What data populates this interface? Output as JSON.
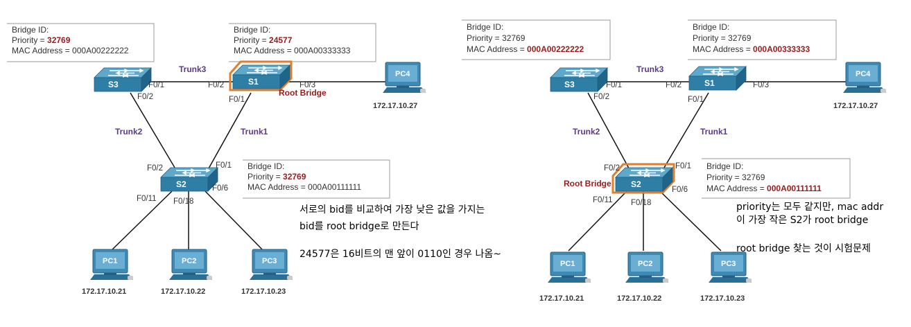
{
  "colors": {
    "highlight": "#9b1b1b",
    "trunk": "#5b3a8a",
    "switch_body": "#2f7ea6",
    "switch_top": "#5ea8cc",
    "root_outline": "#e07d2e",
    "pc": "#3e8ab5"
  },
  "common": {
    "bridge_id": "Bridge ID:",
    "priority_prefix": "Priority = ",
    "mac_prefix": "MAC Address = ",
    "trunk1": "Trunk1",
    "trunk2": "Trunk2",
    "trunk3": "Trunk3",
    "root_bridge": "Root Bridge",
    "s1": "S1",
    "s2": "S2",
    "s3": "S3",
    "pc1": "PC1",
    "pc2": "PC2",
    "pc3": "PC3",
    "pc4": "PC4",
    "ip_pc1": "172.17.10.21",
    "ip_pc2": "172.17.10.22",
    "ip_pc3": "172.17.10.23",
    "ip_pc4": "172.17.10.27",
    "f01": "F0/1",
    "f02": "F0/2",
    "f03": "F0/3",
    "f06": "F0/6",
    "f011": "F0/11",
    "f018": "F0/18"
  },
  "left": {
    "s3_priority": "32769",
    "s3_mac": "000A00222222",
    "s1_priority": "24577",
    "s1_mac": "000A00333333",
    "s2_priority": "32769",
    "s2_mac": "000A00111111",
    "note1": "서로의 bid를 비교하여 가장 낮은 값을 가지는",
    "note2": "bid를 root bridge로 만든다",
    "note3": "24577은 16비트의 맨 앞이 0110인 경우 나옴~"
  },
  "right": {
    "s3_priority": "32769",
    "s3_mac": "000A00222222",
    "s1_priority": "32769",
    "s1_mac": "000A00333333",
    "s2_priority": "32769",
    "s2_mac": "000A00111111",
    "note1": "priority는 모두 같지만, mac addr",
    "note2": "이 가장 작은 S2가 root bridge",
    "note3": "root bridge 찾는 것이 시험문제"
  }
}
